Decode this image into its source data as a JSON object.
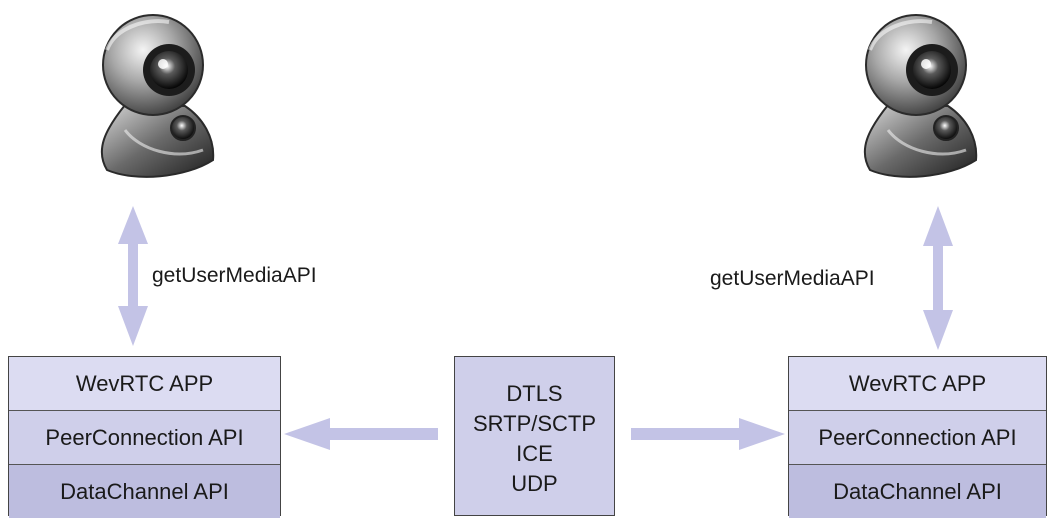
{
  "left_peer": {
    "api_label": "getUserMediaAPI",
    "stack": [
      "WevRTC APP",
      "PeerConnection API",
      "DataChannel API"
    ]
  },
  "right_peer": {
    "api_label": "getUserMediaAPI",
    "stack": [
      "WevRTC APP",
      "PeerConnection API",
      "DataChannel API"
    ]
  },
  "transport": {
    "protocols": [
      "DTLS",
      "SRTP/SCTP",
      "ICE",
      "UDP"
    ]
  },
  "colors": {
    "arrow": "#c3c3e6",
    "box_top": "#dcdcf2",
    "box_mid": "#cfcfea",
    "box_bottom": "#bdbddf"
  },
  "icons": {
    "camera": "webcam-icon"
  }
}
